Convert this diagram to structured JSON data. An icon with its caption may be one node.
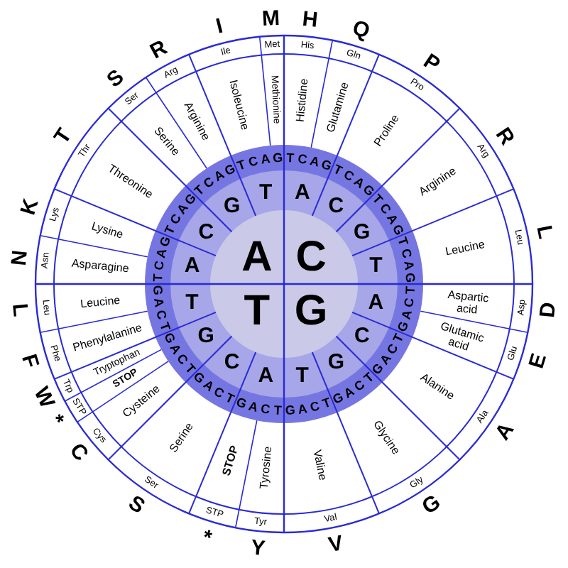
{
  "diagram": {
    "labels": [
      "C",
      "G",
      "T",
      "A",
      "A",
      "C",
      "G",
      "T",
      "A",
      "C",
      "G",
      "T",
      "A",
      "C",
      "G",
      "T",
      "A",
      "C",
      "G",
      "T",
      "T",
      "C",
      "A",
      "G",
      "T",
      "C",
      "A",
      "G",
      "T",
      "C",
      "A",
      "G",
      "T",
      "C",
      "A",
      "G",
      "T",
      "C",
      "A",
      "G",
      "T",
      "C",
      "A",
      "G",
      "T",
      "C",
      "A",
      "G",
      "T",
      "C",
      "A",
      "G",
      "T",
      "C",
      "A",
      "G",
      "T",
      "C",
      "A",
      "G",
      "T",
      "C",
      "A",
      "G",
      "T",
      "C",
      "A",
      "G",
      "T",
      "C",
      "A",
      "G",
      "T",
      "C",
      "A",
      "G",
      "T",
      "C",
      "A",
      "G",
      "T",
      "C",
      "A",
      "G",
      "Histidine",
      "Glutamine",
      "Proline",
      "Arginine",
      "Leucine",
      "Aspartic acid",
      "Glutamic acid",
      "Alanine",
      "Glycine",
      "Valine",
      "Tyrosine",
      "STOP",
      "Serine",
      "Cysteine",
      "STOP",
      "Tryptophan",
      "Phenylalanine",
      "Leucine",
      "Asparagine",
      "Lysine",
      "Threonine",
      "Serine",
      "Arginine",
      "Isoleucine",
      "Methionine",
      "His",
      "Gln",
      "Pro",
      "Arg",
      "Leu",
      "Asp",
      "Glu",
      "Ala",
      "Gly",
      "Val",
      "Tyr",
      "STP",
      "Ser",
      "Cys",
      "STP",
      "Trp",
      "Phe",
      "Leu",
      "Asn",
      "Lys",
      "Thr",
      "Ser",
      "Arg",
      "Ile",
      "Met",
      "H",
      "Q",
      "P",
      "R",
      "L",
      "D",
      "E",
      "A",
      "G",
      "V",
      "Y",
      "*",
      "S",
      "C",
      "*",
      "W",
      "F",
      "L",
      "N",
      "K",
      "T",
      "S",
      "R",
      "I",
      "M"
    ]
  }
}
